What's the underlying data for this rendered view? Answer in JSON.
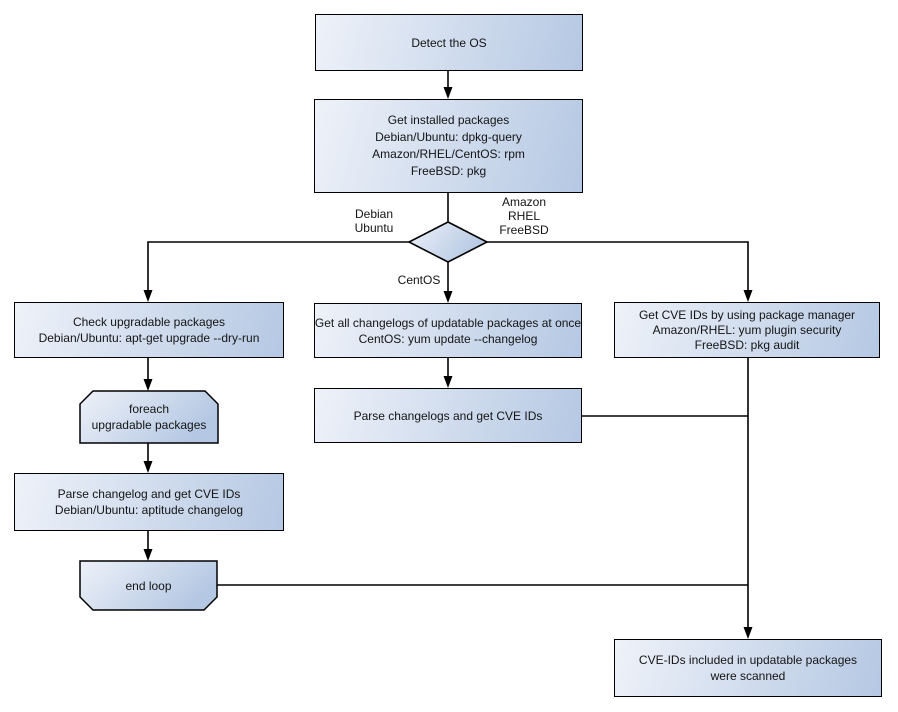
{
  "diagram": {
    "type": "flowchart",
    "background": "#ffffff",
    "colors": {
      "node_fill_light": "#eef2f9",
      "node_fill_dark": "#b5c8e3",
      "node_border": "#000000",
      "connector": "#000000",
      "text": "#141414"
    },
    "nodes": {
      "detect_os": {
        "shape": "rect",
        "lines": [
          "Detect the OS"
        ]
      },
      "get_installed": {
        "shape": "rect",
        "lines": [
          "Get installed packages",
          "Debian/Ubuntu: dpkg-query",
          "Amazon/RHEL/CentOS: rpm",
          "FreeBSD: pkg"
        ]
      },
      "os_decision": {
        "shape": "diamond",
        "lines": []
      },
      "check_upgradable": {
        "shape": "rect",
        "lines": [
          "Check upgradable packages",
          "Debian/Ubuntu: apt-get upgrade --dry-run"
        ]
      },
      "foreach_loop": {
        "shape": "loop-start",
        "lines": [
          "foreach",
          "upgradable  packages"
        ]
      },
      "parse_changelog_left": {
        "shape": "rect",
        "lines": [
          "Parse changelog and get  CVE IDs",
          "Debian/Ubuntu: aptitude changelog"
        ]
      },
      "end_loop": {
        "shape": "loop-end",
        "lines": [
          "end loop"
        ]
      },
      "get_all_changelogs": {
        "shape": "rect",
        "lines": [
          "Get all changelogs of updatable packages at once",
          "CentOS: yum update --changelog"
        ]
      },
      "parse_changelogs_mid": {
        "shape": "rect",
        "lines": [
          "Parse changelogs and get CVE IDs"
        ]
      },
      "get_cve_right": {
        "shape": "rect",
        "lines": [
          "Get CVE IDs by using package manager",
          "Amazon/RHEL: yum plugin security",
          "FreeBSD: pkg audit"
        ]
      },
      "cve_scanned": {
        "shape": "rect",
        "lines": [
          "CVE-IDs included in updatable packages",
          "were scanned"
        ]
      }
    },
    "edge_labels": {
      "debian_ubuntu": {
        "lines": [
          "Debian",
          "Ubuntu"
        ]
      },
      "amazon_rhel_freebsd": {
        "lines": [
          "Amazon",
          "RHEL",
          "FreeBSD"
        ]
      },
      "centos": {
        "lines": [
          "CentOS"
        ]
      }
    },
    "edges": [
      {
        "from": "detect_os",
        "to": "get_installed"
      },
      {
        "from": "get_installed",
        "to": "os_decision"
      },
      {
        "from": "os_decision",
        "to": "check_upgradable",
        "label": "Debian Ubuntu"
      },
      {
        "from": "os_decision",
        "to": "get_all_changelogs",
        "label": "CentOS"
      },
      {
        "from": "os_decision",
        "to": "get_cve_right",
        "label": "Amazon RHEL FreeBSD"
      },
      {
        "from": "check_upgradable",
        "to": "foreach_loop"
      },
      {
        "from": "foreach_loop",
        "to": "parse_changelog_left"
      },
      {
        "from": "parse_changelog_left",
        "to": "end_loop"
      },
      {
        "from": "end_loop",
        "to": "cve_scanned"
      },
      {
        "from": "get_all_changelogs",
        "to": "parse_changelogs_mid"
      },
      {
        "from": "parse_changelogs_mid",
        "to": "cve_scanned"
      },
      {
        "from": "get_cve_right",
        "to": "cve_scanned"
      }
    ]
  }
}
